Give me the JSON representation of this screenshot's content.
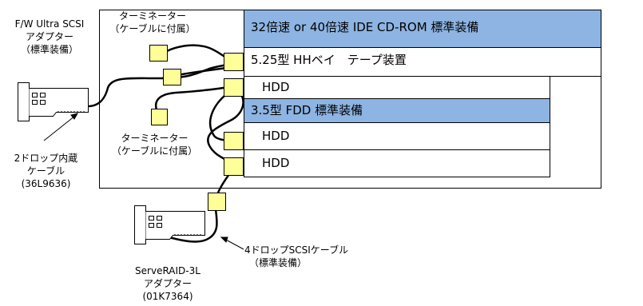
{
  "colors": {
    "bay_fill": "#8DB4E2",
    "connector_fill": "#FFFF99",
    "outline": "#000000"
  },
  "adapter_fw": {
    "line1": "F/W Ultra SCSI",
    "line2": "アダプター",
    "line3": "（標準装備）"
  },
  "terminator_top": {
    "line1": "ターミネーター",
    "line2": "（ケーブルに付属）"
  },
  "terminator_mid": {
    "line1": "ターミネーター",
    "line2": "（ケーブルに付属）"
  },
  "bays": [
    {
      "label": "32倍速 or 40倍速 IDE CD-ROM 標準装備"
    },
    {
      "label": "5.25型 HHベイ　テープ装置"
    },
    {
      "label": "HDD"
    },
    {
      "label": "3.5型 FDD 標準装備"
    },
    {
      "label": "HDD"
    },
    {
      "label": "HDD"
    }
  ],
  "cable_2drop": {
    "line1": "2ドロップ内蔵",
    "line2": "ケーブル",
    "line3": "(36L9636)"
  },
  "cable_4drop": {
    "line1": "4ドロップSCSIケーブル",
    "line2": "（標準装備）"
  },
  "adapter_raid": {
    "line1": "ServeRAID-3L",
    "line2": "アダプター",
    "line3": "(01K7364)"
  }
}
